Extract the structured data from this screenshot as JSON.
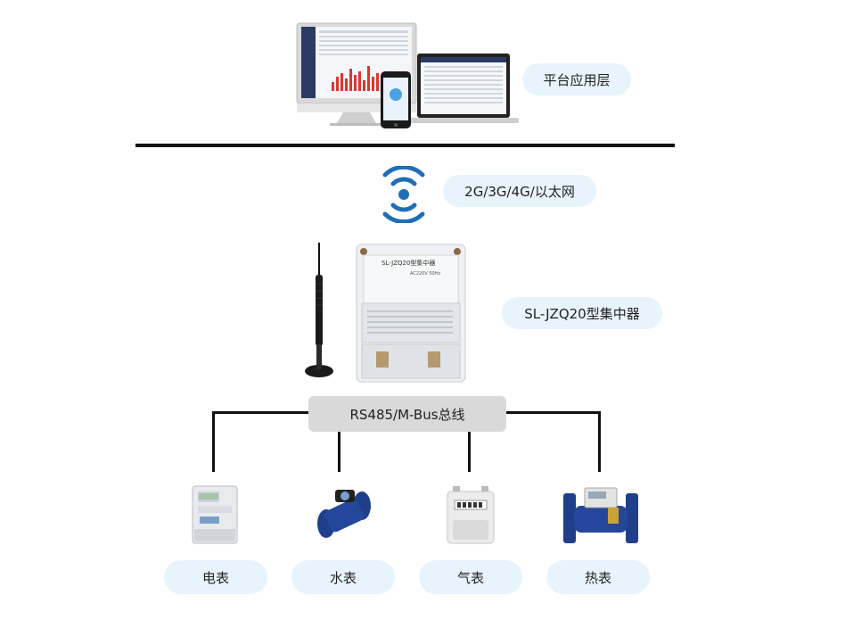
{
  "layers": {
    "platform_label": "平台应用层",
    "network_label": "2G/3G/4G/以太网",
    "concentrator_label": "SL-JZQ20型集中器",
    "bus_label": "RS485/M-Bus总线"
  },
  "concentrator_panel": {
    "title": "SL-JZQ20型集中器",
    "voltage": "AC220V 50Hz"
  },
  "meters": [
    {
      "label": "电表",
      "icon": "electric-meter-icon"
    },
    {
      "label": "水表",
      "icon": "water-meter-icon"
    },
    {
      "label": "气表",
      "icon": "gas-meter-icon"
    },
    {
      "label": "热表",
      "icon": "heat-meter-icon"
    }
  ],
  "colors": {
    "pill_bg": "#e8f4fc",
    "bus_bg": "#d9d9d9",
    "wifi_blue": "#1f6fb5",
    "line": "#111111"
  }
}
